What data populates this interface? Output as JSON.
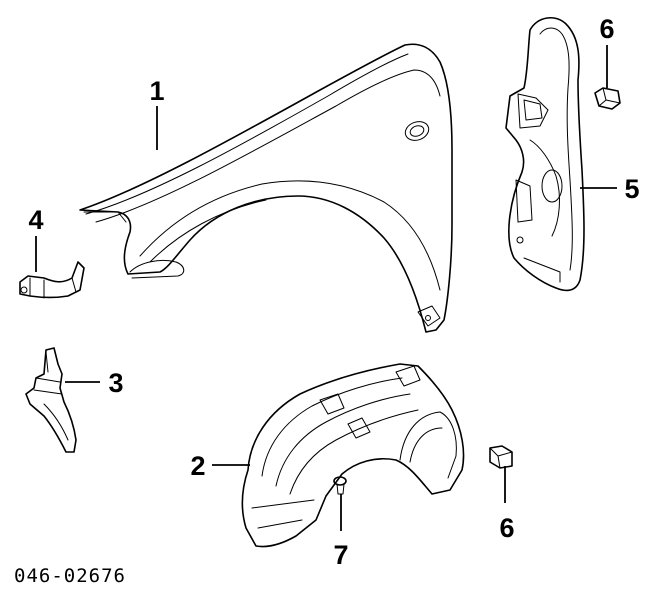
{
  "callouts": {
    "fender": "1",
    "liner": "2",
    "bracket_lower": "3",
    "bracket_upper": "4",
    "splash_shield": "5",
    "clip_top": "6",
    "clip_bottom": "6",
    "screw": "7"
  },
  "diagram_code": "046-02676"
}
